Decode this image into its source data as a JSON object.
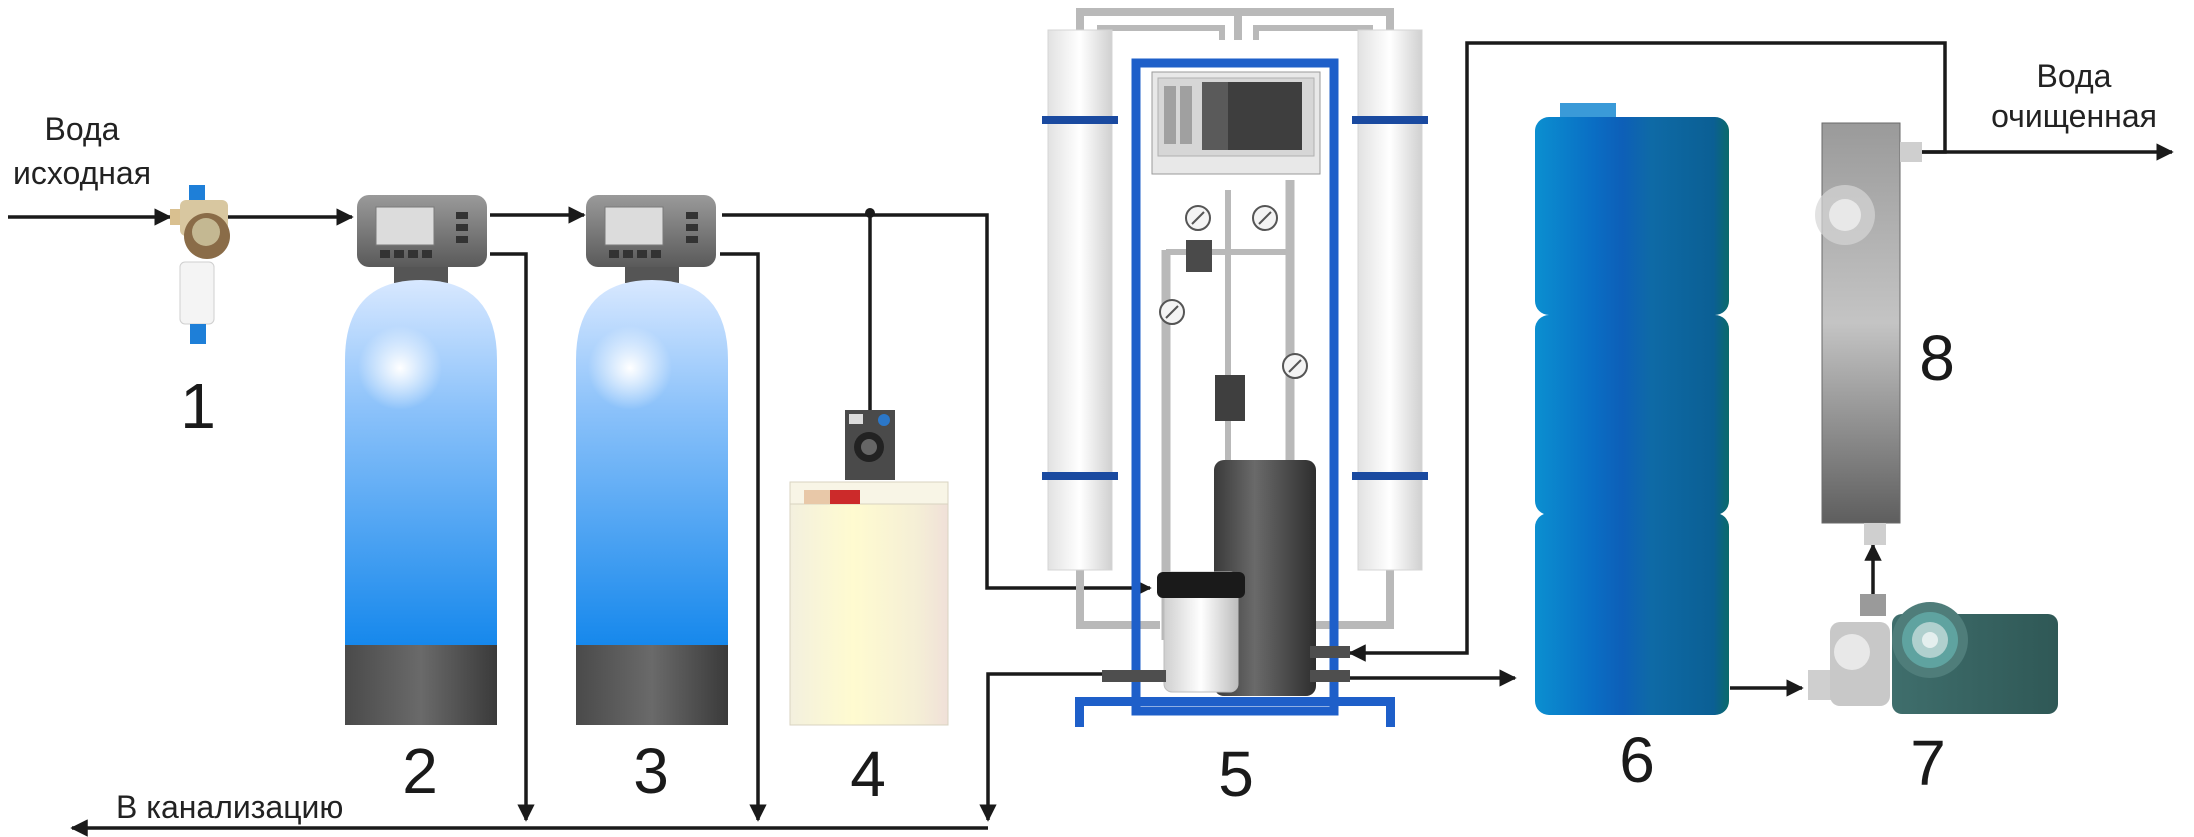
{
  "labels": {
    "inlet_line1": "Вода",
    "inlet_line2": "исходная",
    "outlet_line1": "Вода",
    "outlet_line2": "очищенная",
    "drain": "В канализацию"
  },
  "numbers": {
    "n1": "1",
    "n2": "2",
    "n3": "3",
    "n4": "4",
    "n5": "5",
    "n6": "6",
    "n7": "7",
    "n8": "8"
  },
  "colors": {
    "pipe": "#1a1a1a",
    "frame_blue": "#1e5fc9",
    "tank_blue": "#0d73b8",
    "vessel_top": "#c6ddff",
    "vessel_bottom": "#1e90f0",
    "grey_pipe": "#b9b9b9"
  }
}
